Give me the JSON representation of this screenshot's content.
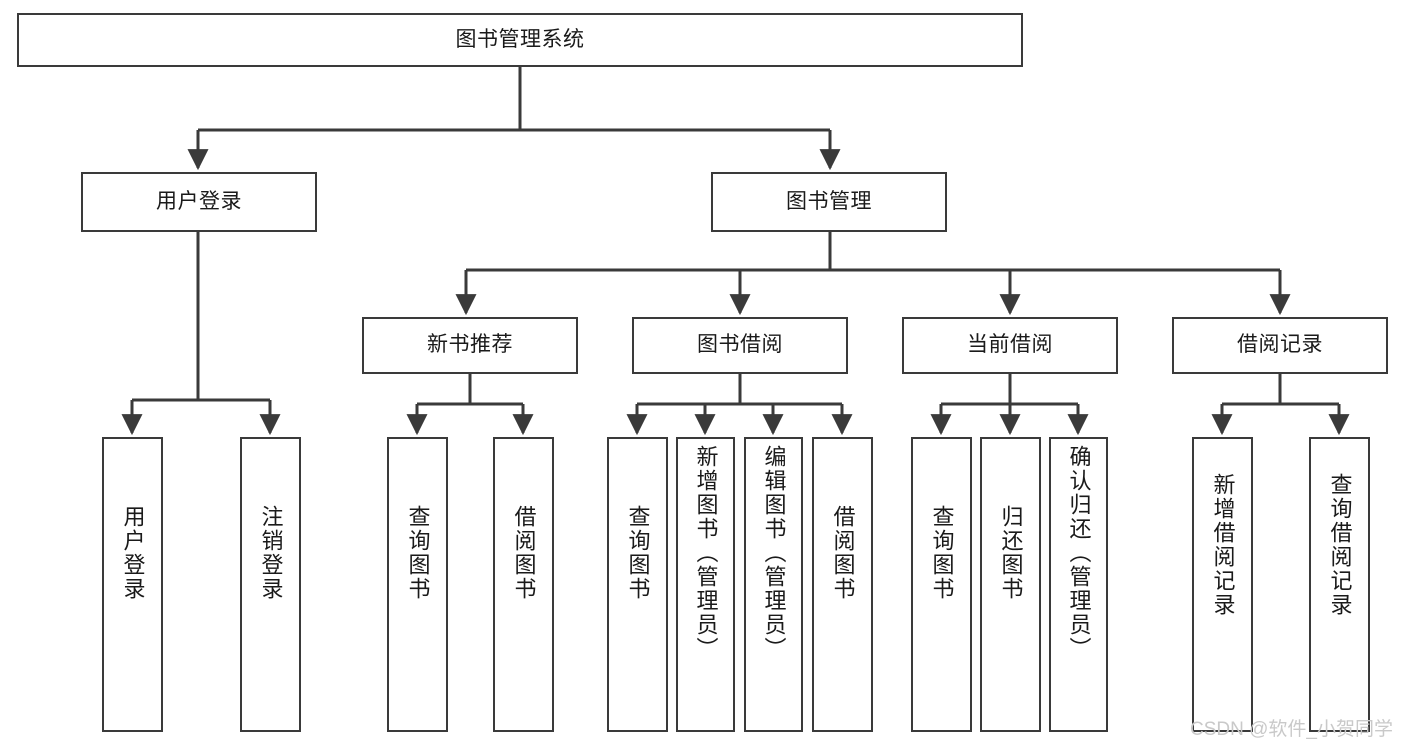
{
  "diagram": {
    "title": "图书管理系统",
    "type": "tree-hierarchy-diagram",
    "root": {
      "id": "root",
      "label": "图书管理系统"
    },
    "level2": [
      {
        "id": "user-login",
        "label": "用户登录"
      },
      {
        "id": "book-manage",
        "label": "图书管理"
      }
    ],
    "level3": [
      {
        "id": "new-book-recommend",
        "label": "新书推荐"
      },
      {
        "id": "book-borrow",
        "label": "图书借阅"
      },
      {
        "id": "current-borrow",
        "label": "当前借阅"
      },
      {
        "id": "borrow-record",
        "label": "借阅记录"
      }
    ],
    "leaves": [
      {
        "id": "leaf-user-login",
        "label": "用户登录",
        "parent": "user-login"
      },
      {
        "id": "leaf-user-logout",
        "label": "注销登录",
        "parent": "user-login"
      },
      {
        "id": "leaf-query-book-1",
        "label": "查询图书",
        "parent": "new-book-recommend"
      },
      {
        "id": "leaf-borrow-book-1",
        "label": "借阅图书",
        "parent": "new-book-recommend"
      },
      {
        "id": "leaf-query-book-2",
        "label": "查询图书",
        "parent": "book-borrow"
      },
      {
        "id": "leaf-add-book",
        "label": "新增图书（管理员）",
        "parent": "book-borrow"
      },
      {
        "id": "leaf-edit-book",
        "label": "编辑图书（管理员）",
        "parent": "book-borrow"
      },
      {
        "id": "leaf-borrow-book-2",
        "label": "借阅图书",
        "parent": "book-borrow"
      },
      {
        "id": "leaf-query-book-3",
        "label": "查询图书",
        "parent": "current-borrow"
      },
      {
        "id": "leaf-return-book",
        "label": "归还图书",
        "parent": "current-borrow"
      },
      {
        "id": "leaf-confirm-return",
        "label": "确认归还（管理员）",
        "parent": "current-borrow"
      },
      {
        "id": "leaf-add-record",
        "label": "新增借阅记录",
        "parent": "borrow-record"
      },
      {
        "id": "leaf-query-record",
        "label": "查询借阅记录",
        "parent": "borrow-record"
      }
    ],
    "watermark": "CSDN @软件_小贺同学",
    "colors": {
      "stroke": "#3a3a3a",
      "fill": "#ffffff",
      "text": "#1a1a1a",
      "watermark": "#c9c9c9"
    }
  }
}
